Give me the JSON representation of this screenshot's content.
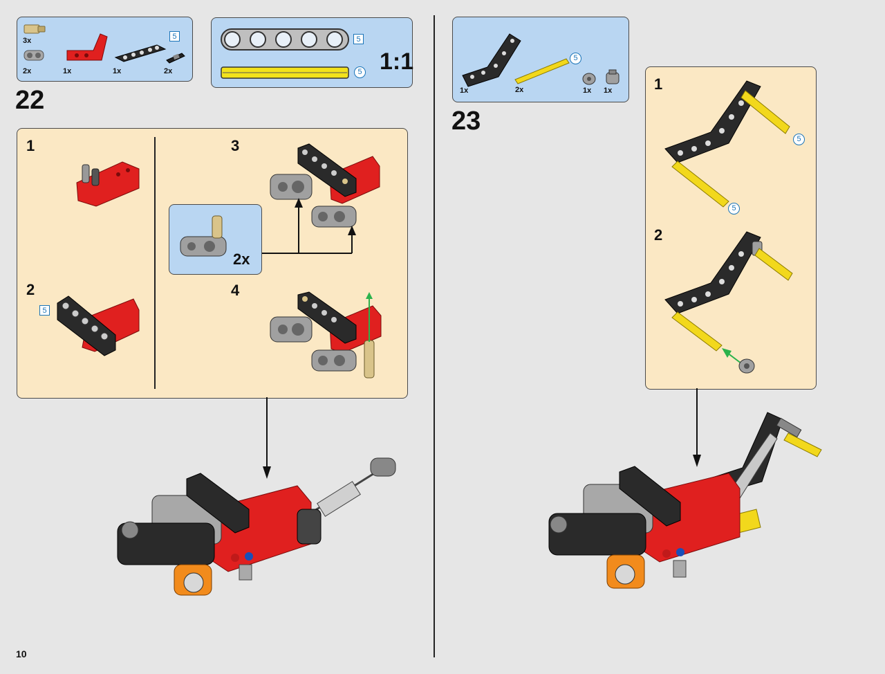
{
  "page": {
    "number": "10"
  },
  "step22": {
    "number": "22",
    "parts": [
      {
        "name": "tan-pin",
        "qty": "3x"
      },
      {
        "name": "gray-cross-block",
        "qty": "2x"
      },
      {
        "name": "red-angle-beam",
        "qty": "1x"
      },
      {
        "name": "black-beam-5",
        "qty": "1x",
        "length": "5"
      },
      {
        "name": "black-axle-pin",
        "qty": "2x"
      }
    ],
    "scale_box": {
      "beam_length": "5",
      "axle_length": "5",
      "ratio": "1:1"
    },
    "substeps": [
      "1",
      "2",
      "3",
      "4"
    ],
    "substep2_length": "5",
    "callout_qty": "2x"
  },
  "step23": {
    "number": "23",
    "parts": [
      {
        "name": "black-bent-beam",
        "qty": "1x"
      },
      {
        "name": "yellow-axle-5",
        "qty": "2x",
        "length": "5"
      },
      {
        "name": "gray-bush",
        "qty": "1x"
      },
      {
        "name": "gray-connector",
        "qty": "1x"
      }
    ],
    "substeps": [
      "1",
      "2"
    ],
    "axle_length_a": "5",
    "axle_length_b": "5"
  },
  "colors": {
    "parts_bg": "#b9d6f2",
    "step_bg": "#fbe8c4",
    "page_bg": "#e6e6e6",
    "red_part": "#e0201f",
    "black_part": "#2a2a2a",
    "gray_part": "#a0a0a0",
    "yellow_part": "#f2d81c",
    "tan_part": "#d9c48a",
    "arrow_green": "#2bb24c",
    "length_badge": "#1a74b8"
  }
}
